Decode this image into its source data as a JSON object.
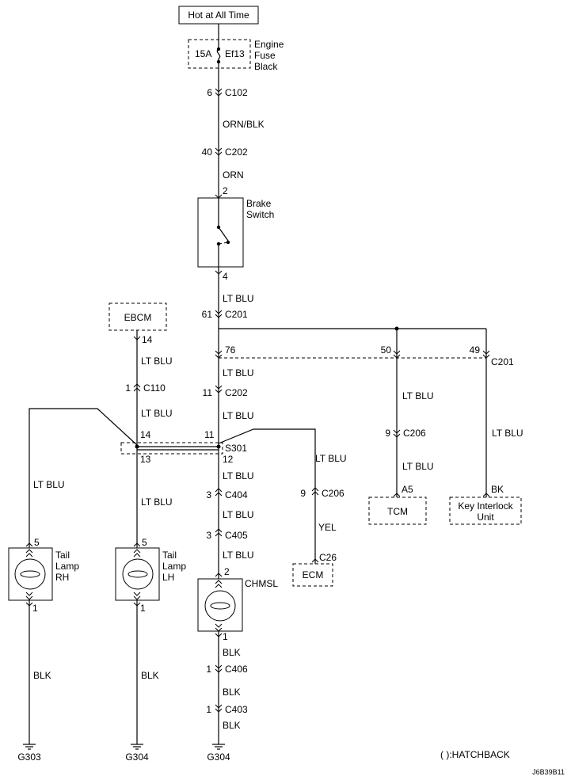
{
  "source": {
    "label": "Hot at All Time"
  },
  "fuse": {
    "rating": "15A",
    "name": "Ef13",
    "location_line1": "Engine",
    "location_line2": "Fuse",
    "location_line3": "Black"
  },
  "brake_switch": {
    "line1": "Brake",
    "line2": "Switch",
    "pin_in": "2",
    "pin_out": "4"
  },
  "ebcm": {
    "label": "EBCM",
    "pin": "14"
  },
  "tcm": {
    "label": "TCM",
    "pin": "A5"
  },
  "key_interlock": {
    "line1": "Key Interlock",
    "line2": "Unit",
    "pin": "BK"
  },
  "ecm": {
    "label": "ECM",
    "pin": "C26"
  },
  "splice": {
    "label": "S301",
    "pin_14": "14",
    "pin_11": "11",
    "pin_13": "13",
    "pin_12": "12"
  },
  "tail_rh": {
    "line1": "Tail",
    "line2": "Lamp",
    "line3": "RH",
    "pin_top": "5",
    "pin_bottom": "1"
  },
  "tail_lh": {
    "line1": "Tail",
    "line2": "Lamp",
    "line3": "LH",
    "pin_top": "5",
    "pin_bottom": "1"
  },
  "chmsl": {
    "label": "CHMSL",
    "pin_top": "2",
    "pin_bottom": "1"
  },
  "connectors": {
    "c102": {
      "pin": "6",
      "name": "C102"
    },
    "c202a": {
      "pin": "40",
      "name": "C202"
    },
    "c201a": {
      "pin": "61",
      "name": "C201"
    },
    "c201b_76": {
      "pin": "76"
    },
    "c201b_50": {
      "pin": "50"
    },
    "c201b_49": {
      "pin": "49",
      "name": "C201"
    },
    "c202b": {
      "pin": "11",
      "name": "C202"
    },
    "c110": {
      "pin": "1",
      "name": "C110"
    },
    "c206a": {
      "pin": "9",
      "name": "C206"
    },
    "c206b": {
      "pin": "9",
      "name": "C206"
    },
    "c404": {
      "pin": "3",
      "name": "C404"
    },
    "c405": {
      "pin": "3",
      "name": "C405"
    },
    "c406": {
      "pin": "1",
      "name": "C406"
    },
    "c403": {
      "pin": "1",
      "name": "C403"
    }
  },
  "wires": {
    "orn_blk": "ORN/BLK",
    "orn": "ORN",
    "lt_blu": "LT BLU",
    "yel": "YEL",
    "blk": "BLK"
  },
  "grounds": {
    "g303": "G303",
    "g304a": "G304",
    "g304b": "G304"
  },
  "legend": "( ):HATCHBACK",
  "figure_id": "J6B39B11"
}
